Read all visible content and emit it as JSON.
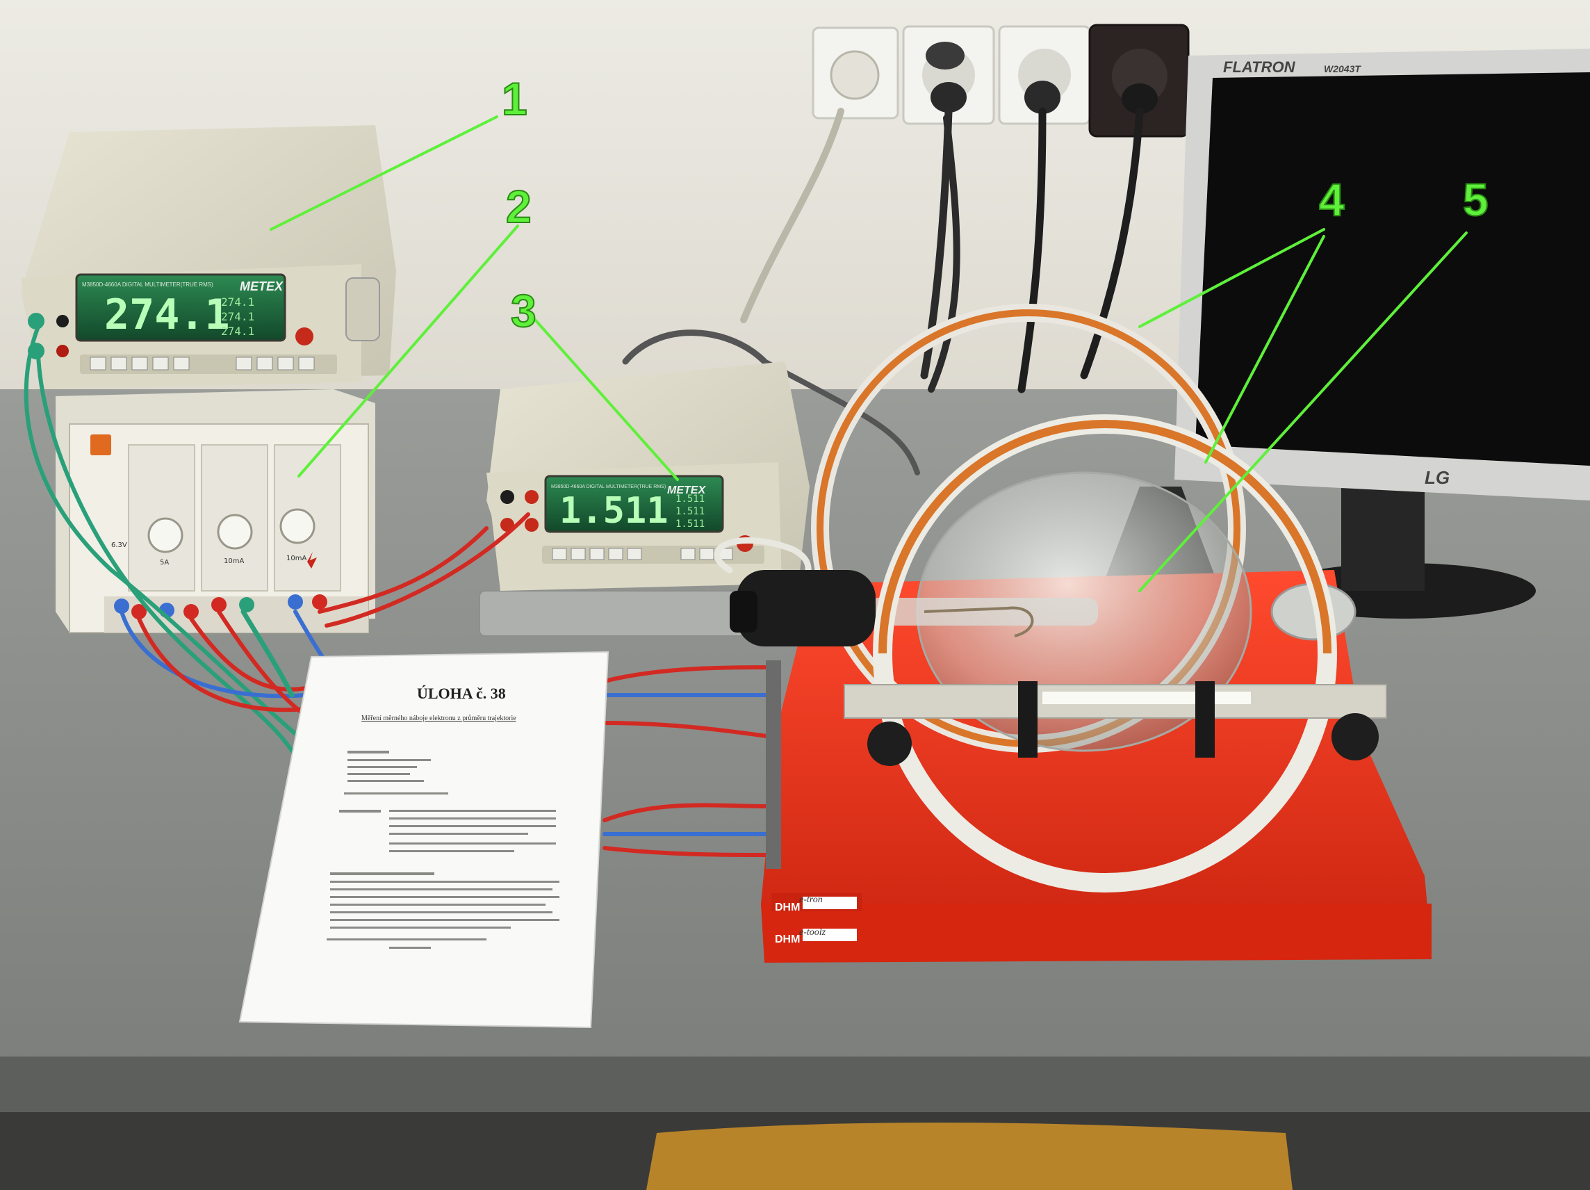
{
  "annotations": [
    {
      "label": "1"
    },
    {
      "label": "2"
    },
    {
      "label": "3"
    },
    {
      "label": "4"
    },
    {
      "label": "5"
    }
  ],
  "multimeter_left": {
    "brand": "METEX",
    "model": "M3850D-4660A DIGITAL MULTIMETER(TRUE RMS)",
    "reading": "274.1",
    "secondary": [
      "274.1",
      "274.1",
      "274.1"
    ]
  },
  "multimeter_right": {
    "brand": "METEX",
    "model": "M3850D-4660A DIGITAL MULTIMETER(TRUE RMS)",
    "reading": "1.511",
    "secondary": [
      "1.511",
      "1.511",
      "1.511"
    ]
  },
  "power_supply": {
    "labels": [
      "6.3V",
      "5A",
      "10mA",
      "10mA"
    ]
  },
  "document": {
    "title": "ÚLOHA č. 38",
    "subtitle": "Měření měrného náboje elektronu z průměru trajektorie"
  },
  "apparatus": {
    "plate_label_1": "DHM",
    "plate_label_2": "DHM",
    "handwritten_1": "e-tron",
    "handwritten_2": "e-toolz"
  },
  "monitor": {
    "brand": "FLATRON",
    "model": "W2043T",
    "logo": "LG"
  },
  "colors": {
    "annotation": "#5ef03a",
    "wall": "#e9e6df",
    "desk": "#8d8f8c",
    "apparatus_base": "#e8311c",
    "coil_copper": "#d9762a",
    "lcd_green": "#1f6b3c"
  }
}
